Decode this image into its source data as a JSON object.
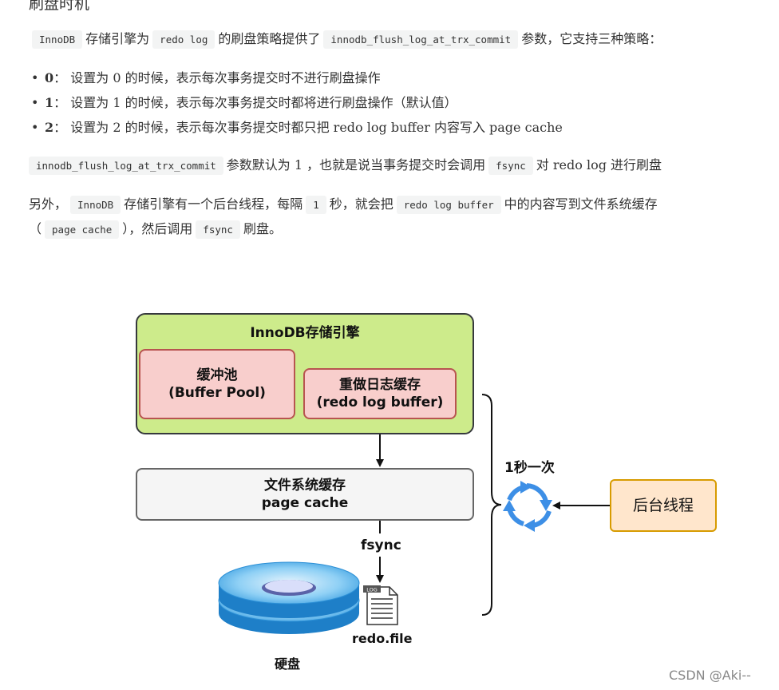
{
  "heading": "刷盘时机",
  "intro": {
    "code1": "InnoDB",
    "text1": "存储引擎为",
    "code2": "redo log",
    "text2": "的刷盘策略提供了",
    "code3": "innodb_flush_log_at_trx_commit",
    "text3": "参数，它支持三种策略："
  },
  "strategies": [
    {
      "key": "0",
      "text": "： 设置为 0 的时候，表示每次事务提交时不进行刷盘操作"
    },
    {
      "key": "1",
      "text": "： 设置为 1 的时候，表示每次事务提交时都将进行刷盘操作（默认值）"
    },
    {
      "key": "2",
      "text": "： 设置为 2 的时候，表示每次事务提交时都只把 redo log buffer 内容写入 page cache"
    }
  ],
  "default_para": {
    "code1": "innodb_flush_log_at_trx_commit",
    "text1": "参数默认为 1 ，也就是说当事务提交时会调用",
    "code2": "fsync",
    "text2": "对 redo log 进行刷盘"
  },
  "bg_para": {
    "text1": "另外，",
    "code1": "InnoDB",
    "text2": "存储引擎有一个后台线程，每隔",
    "code2": "1",
    "text3": "秒，就会把",
    "code3": "redo log buffer",
    "text4": "中的内容写到文件系统缓存",
    "text5": "（",
    "code4": "page cache",
    "text6": "），然后调用",
    "code5": "fsync",
    "text7": "刷盘。"
  },
  "diagram": {
    "innodb_title": "InnoDB存储引擎",
    "buffer_pool_line1": "缓冲池",
    "buffer_pool_line2": "(Buffer Pool)",
    "redo_buffer_line1": "重做日志缓存",
    "redo_buffer_line2": "(redo log buffer)",
    "page_cache_line1": "文件系统缓存",
    "page_cache_line2": "page cache",
    "fsync_label": "fsync",
    "interval_label": "1秒一次",
    "thread_label": "后台线程",
    "file_label": "redo.file",
    "log_tag": "LOG",
    "disk_label": "硬盘",
    "colors": {
      "innodb_fill": "#cdeb8b",
      "buffer_fill": "#f8cecc",
      "buffer_border": "#b85450",
      "thread_fill": "#ffe6cc",
      "thread_border": "#d79b00",
      "cycle_icon": "#3d8fe6",
      "disk_blue": "#4aa8e8"
    }
  },
  "watermark": "CSDN @Aki--"
}
